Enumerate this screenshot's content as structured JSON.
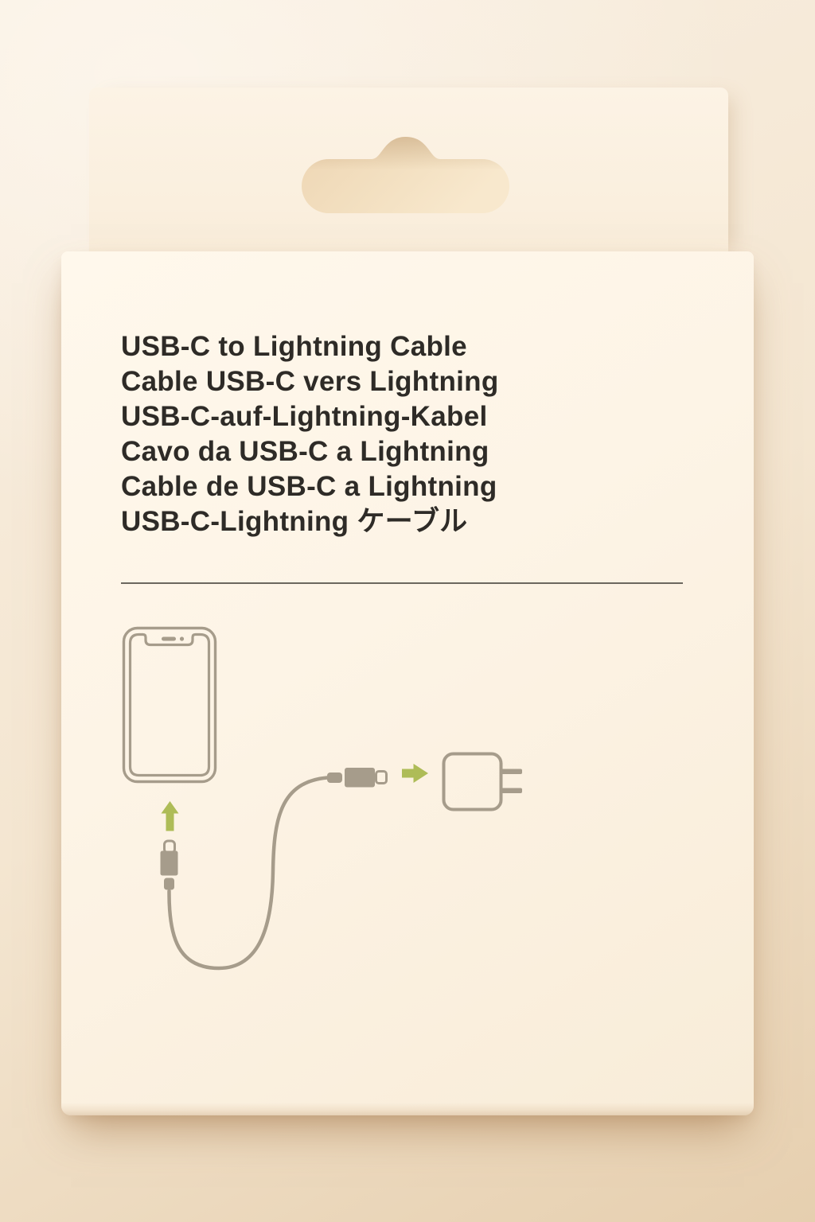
{
  "product": {
    "names": [
      {
        "lang": "en",
        "label": "USB-C to Lightning Cable"
      },
      {
        "lang": "fr",
        "label": "Cable USB-C vers Lightning"
      },
      {
        "lang": "de",
        "label": "USB-C-auf-Lightning-Kabel"
      },
      {
        "lang": "it",
        "label": "Cavo da USB-C a Lightning"
      },
      {
        "lang": "es",
        "label": "Cable de USB-C a Lightning"
      },
      {
        "lang": "ja",
        "label": "USB-C-Lightning ケーブル"
      }
    ]
  },
  "icons": {
    "hang_hole": "hang-hole-cutout",
    "phone": "phone-icon",
    "up_arrow": "up-arrow-icon",
    "lightning_connector": "lightning-connector-icon",
    "cable": "cable-line",
    "usb_c_connector": "usb-c-connector-icon",
    "right_arrow": "right-arrow-icon",
    "power_adapter": "power-adapter-icon"
  },
  "colors": {
    "background_top": "#f9efe2",
    "background_bottom": "#e6cfaf",
    "box": "#fdf4e6",
    "text": "#2e2b27",
    "divider": "#6b675e",
    "diagram_tan": "#a69c8b",
    "accent_green": "#aebc57"
  }
}
